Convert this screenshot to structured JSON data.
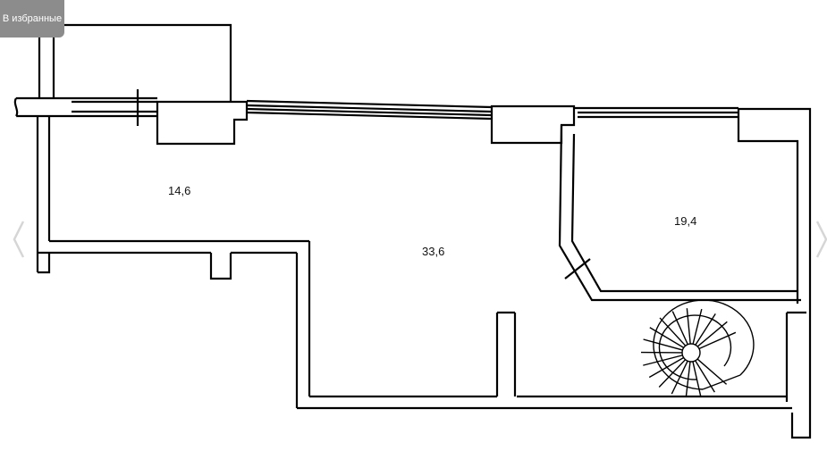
{
  "favorites_button": {
    "label": "В избранные"
  },
  "rooms": [
    {
      "id": "room-1",
      "area_label": "14,6"
    },
    {
      "id": "room-2",
      "area_label": "33,6"
    },
    {
      "id": "room-3",
      "area_label": "19,4"
    }
  ],
  "navigation": {
    "prev_icon": "chevron-left-icon",
    "next_icon": "chevron-right-icon"
  },
  "colors": {
    "wall": "#000000",
    "background": "#ffffff",
    "favorites_bg": "#8c8c8c",
    "favorites_text": "#ffffff",
    "arrow": "#d6d6d6"
  }
}
